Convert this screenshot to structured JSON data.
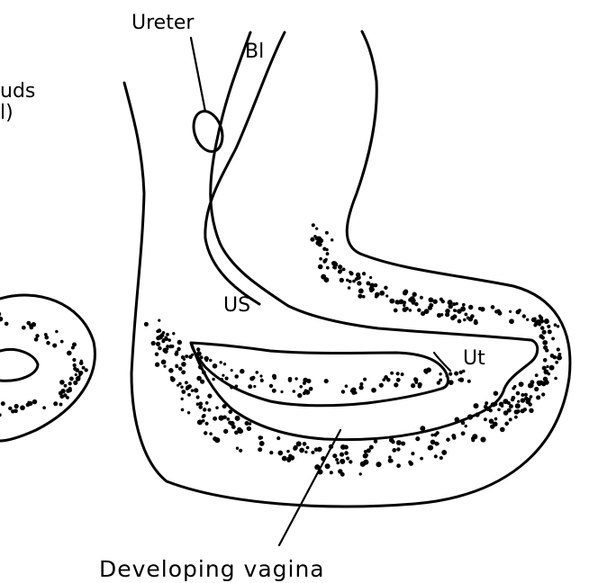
{
  "labels": {
    "ureter": "Ureter",
    "bladder": "Bl",
    "urogenital_sinus": "US",
    "uterus": "Ut",
    "developing_vagina": "Developing vagina",
    "left_cut_line1": "uds",
    "left_cut_line2": "l)"
  },
  "colors": {
    "ink": "#000000",
    "paper": "#ffffff"
  }
}
